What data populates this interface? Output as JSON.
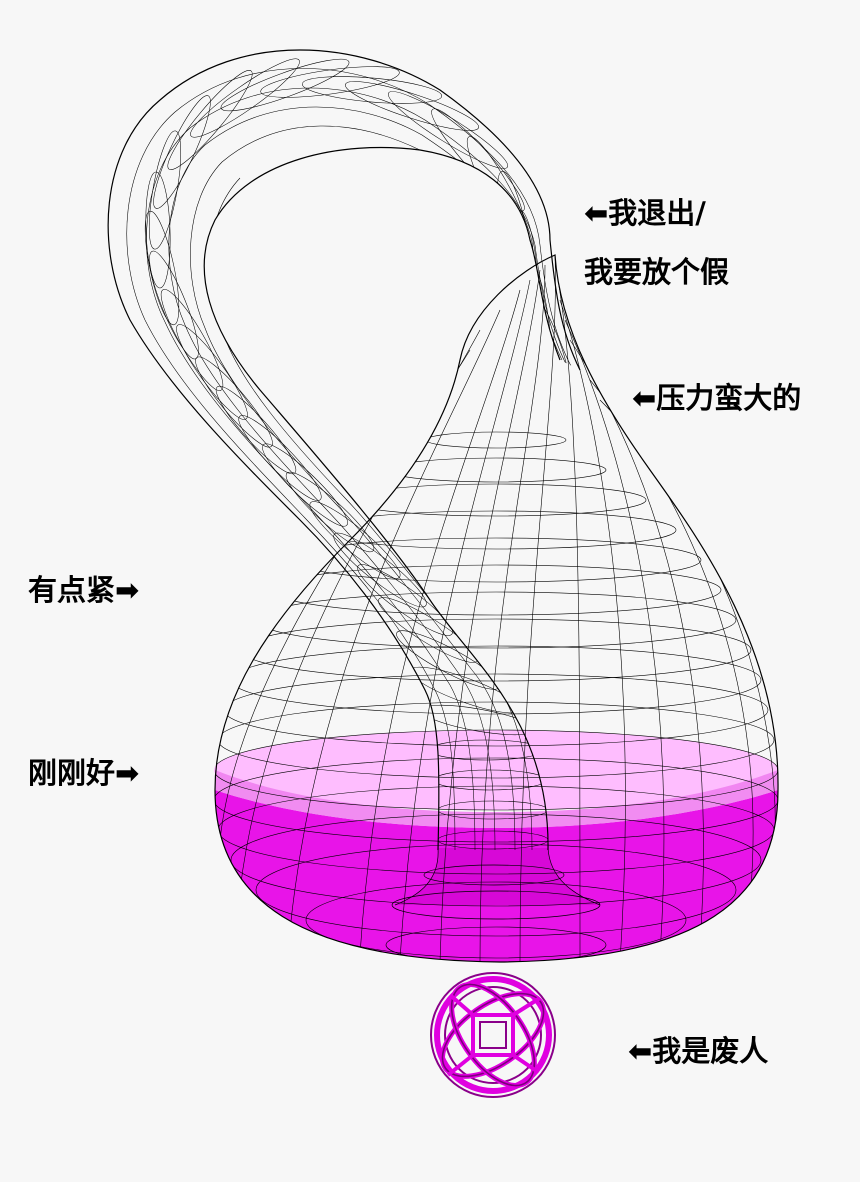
{
  "labels": {
    "exit_line1": "⬅我退出/",
    "exit_line2": "我要放个假",
    "pressure": "⬅压力蛮大的",
    "tight": "有点紧➡",
    "just_right": "刚刚好➡",
    "useless": "⬅我是废人"
  },
  "colors": {
    "background": "#f7f7f7",
    "wireframe": "#000000",
    "liquid": "#e600e6",
    "liquid_light": "#ffb3ff",
    "text": "#000000"
  }
}
